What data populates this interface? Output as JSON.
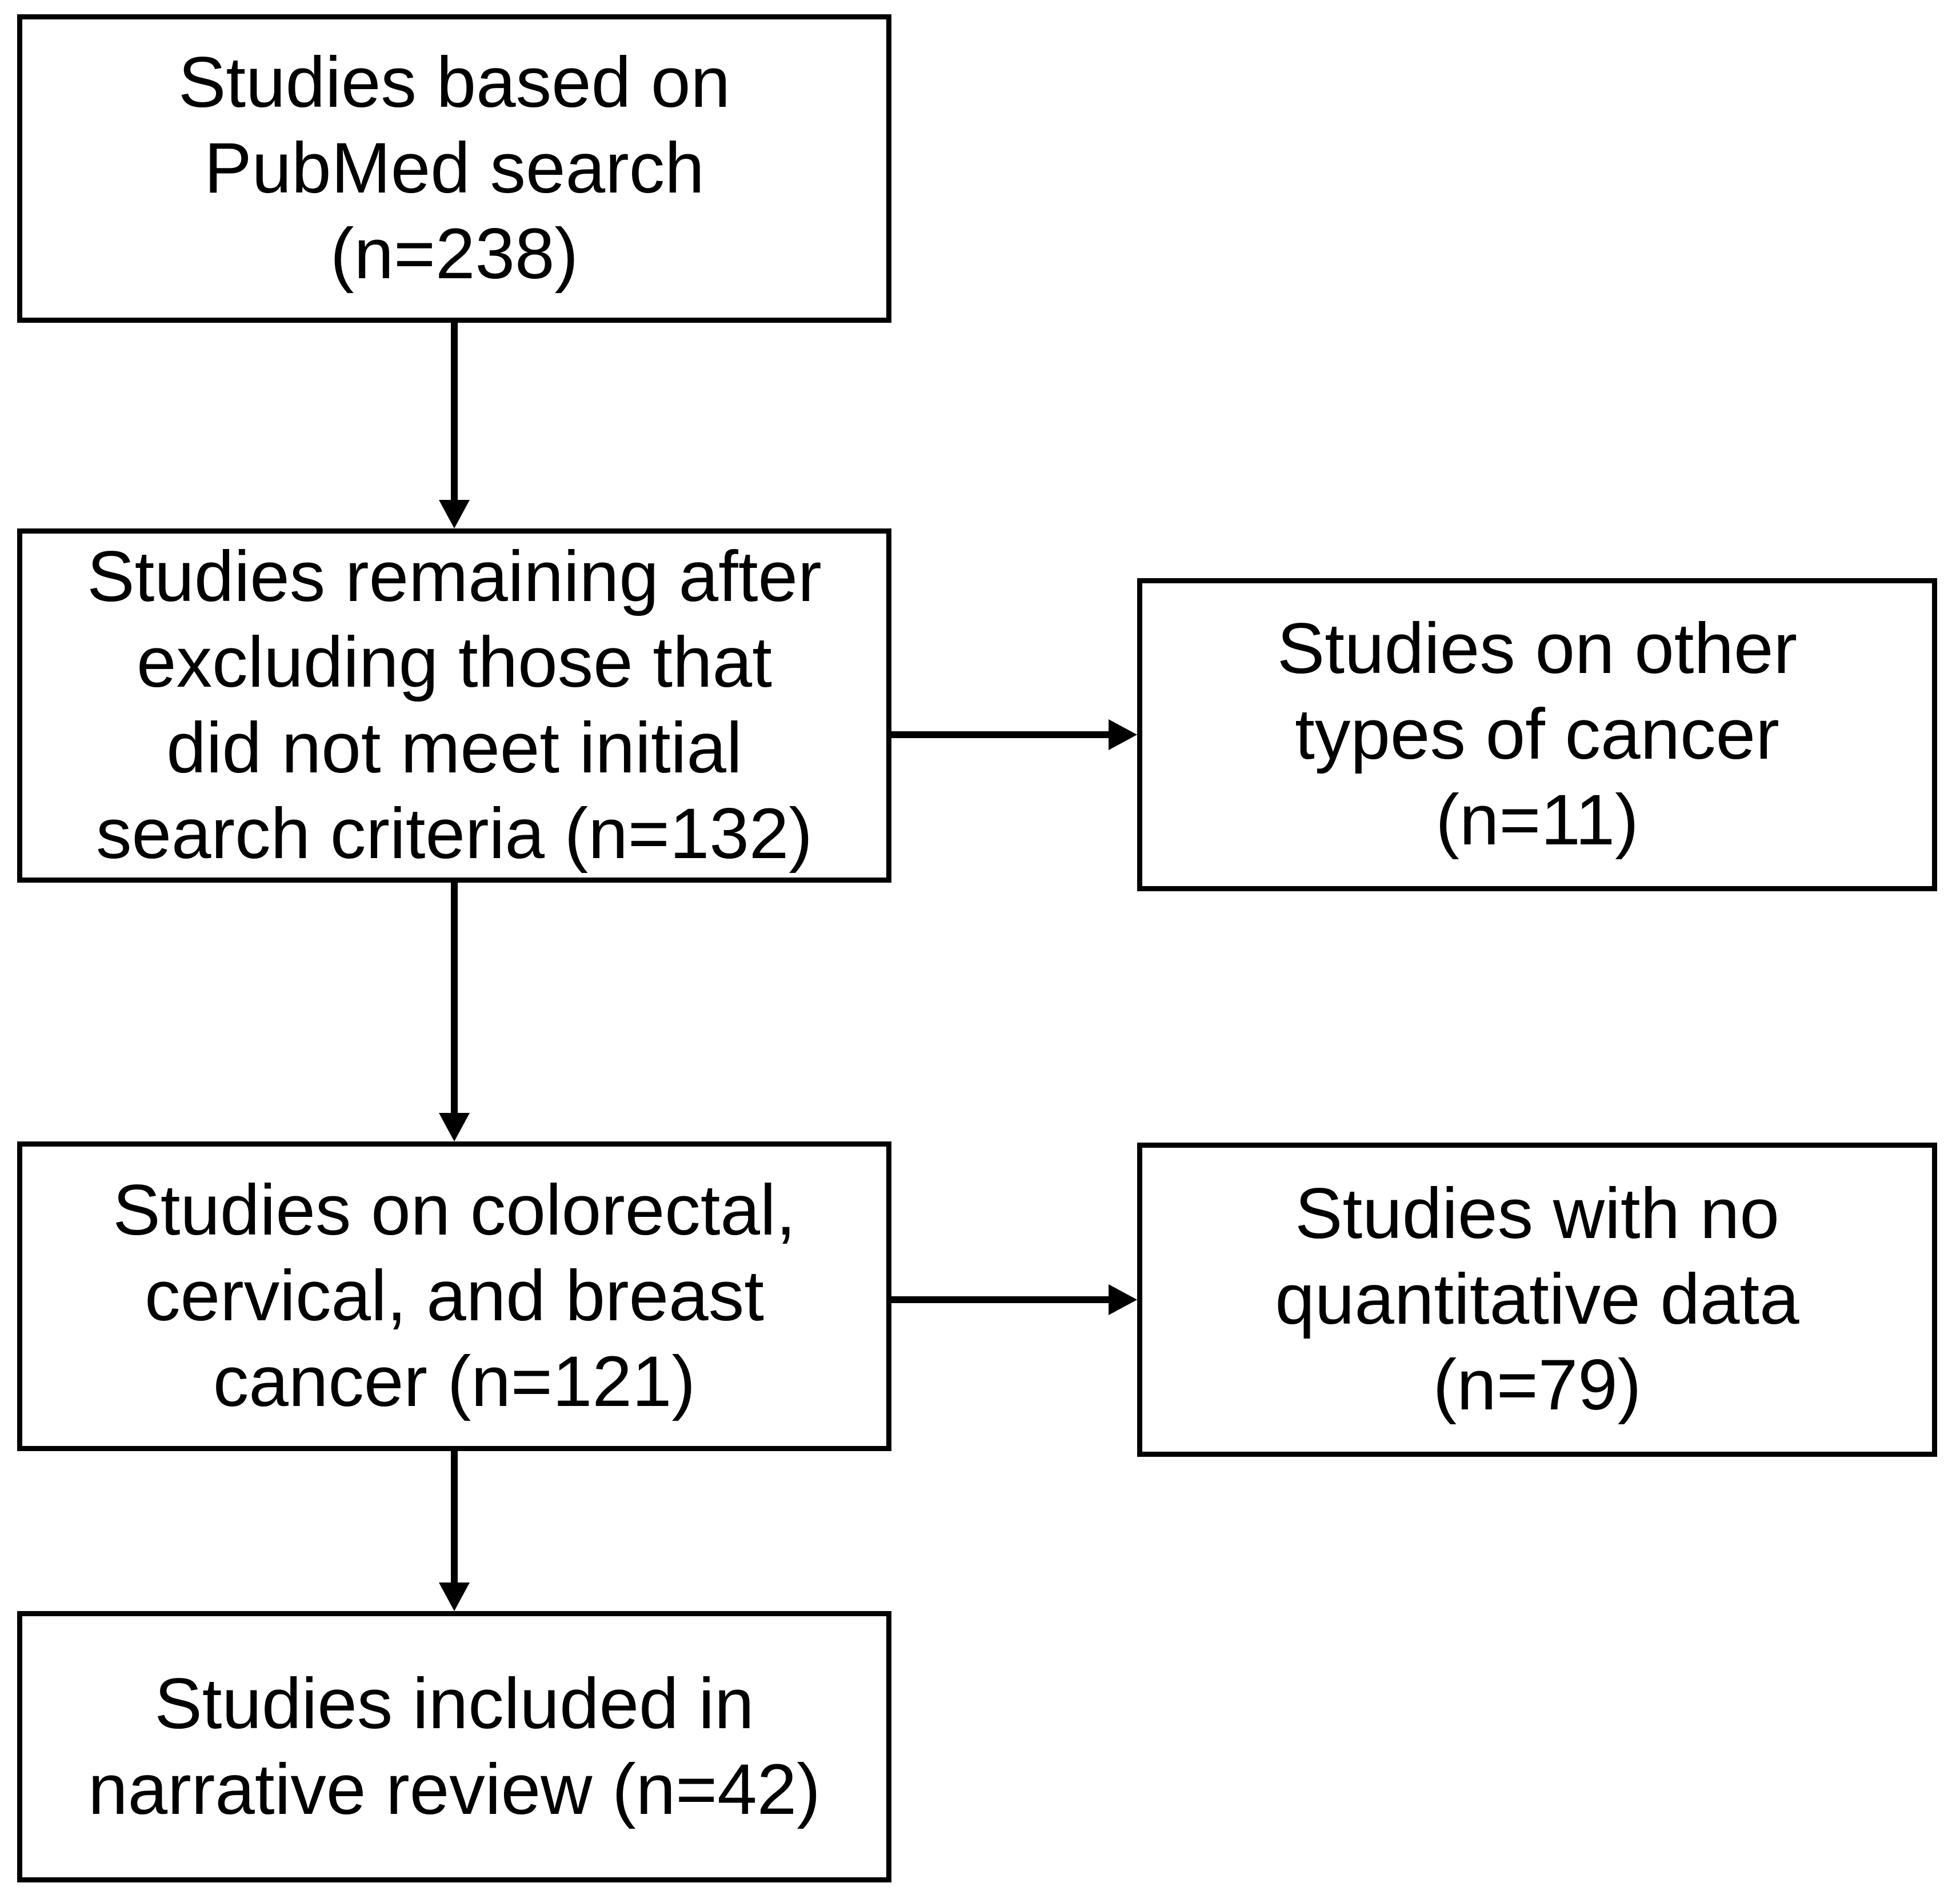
{
  "figure": {
    "kind": "study-selection-flowchart",
    "colors": {
      "background": "#ffffff",
      "box_fill": "#ffffff",
      "box_border": "#000000",
      "text": "#000000",
      "arrow": "#000000"
    },
    "main_path": [
      {
        "id": "pubmed-search",
        "n": 238,
        "lines": [
          "Studies based on",
          "PubMed search",
          "(n=238)"
        ]
      },
      {
        "id": "after-initial-screening",
        "n": 132,
        "lines": [
          "Studies remaining after",
          "excluding those that",
          "did not meet initial",
          "search criteria (n=132)"
        ]
      },
      {
        "id": "colorectal-cervical-breast",
        "n": 121,
        "lines": [
          "Studies on colorectal,",
          "cervical, and breast",
          "cancer (n=121)"
        ]
      },
      {
        "id": "narrative-review-included",
        "n": 42,
        "lines": [
          "Studies included in",
          "narrative review (n=42)"
        ]
      }
    ],
    "exclusion_path": [
      {
        "id": "other-cancer-types",
        "n": 11,
        "lines": [
          "Studies on other",
          "types of cancer",
          "(n=11)"
        ]
      },
      {
        "id": "no-quantitative-data",
        "n": 79,
        "lines": [
          "Studies with no",
          "quantitative data",
          "(n=79)"
        ]
      }
    ]
  }
}
